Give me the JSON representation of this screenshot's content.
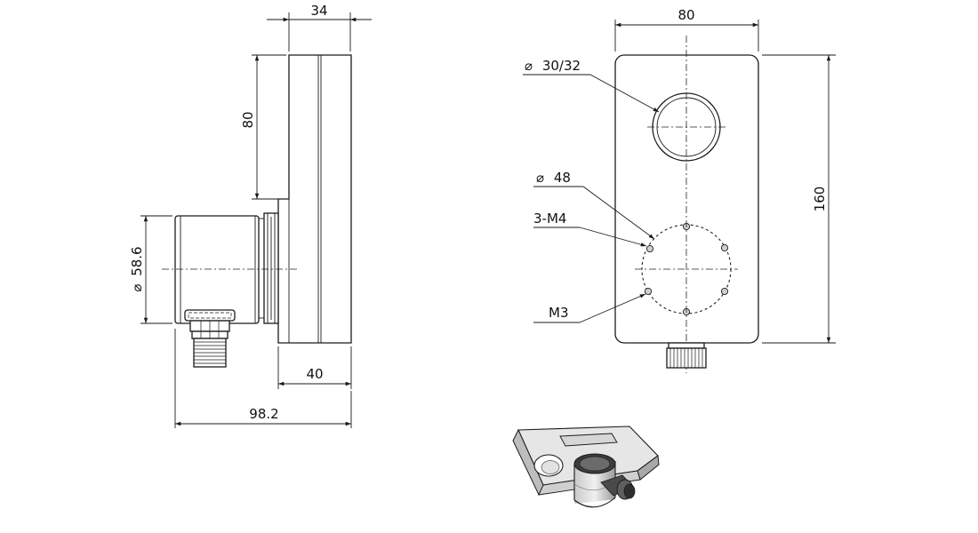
{
  "side_view": {
    "top_width": "34",
    "top_height": "80",
    "encoder_diameter": "58.6",
    "body_depth": "40",
    "overall_length": "98.2",
    "diameter_symbol": "⌀"
  },
  "front_view": {
    "width": "80",
    "height": "160",
    "bore_diameter": "30/32",
    "bolt_circle_diameter": "48",
    "mount_thread": "3-M4",
    "small_thread": "M3",
    "diameter_symbol": "⌀"
  },
  "colors": {
    "line": "#1a1a1a",
    "iso_shade": "#5a5a5a",
    "iso_light": "#dcdcdc"
  }
}
